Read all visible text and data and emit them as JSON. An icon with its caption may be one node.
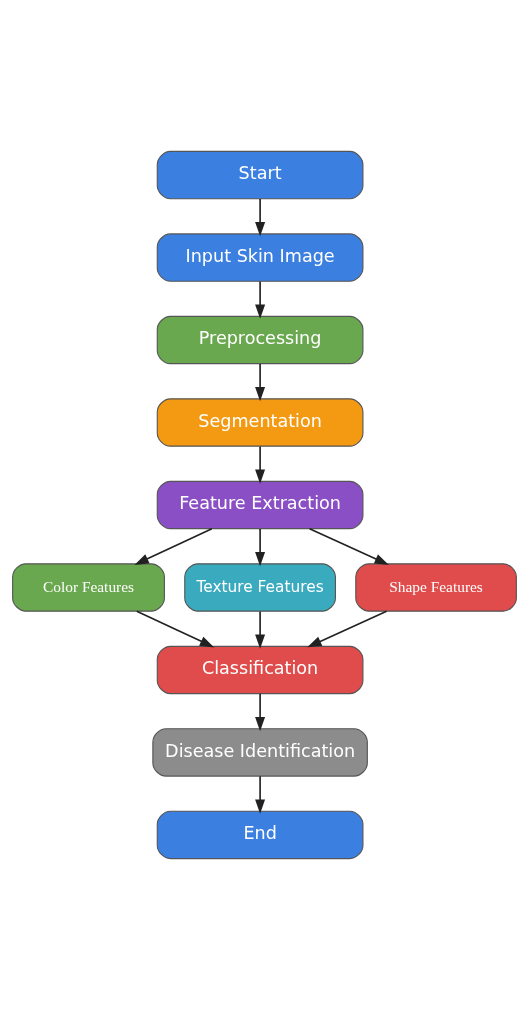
{
  "diagram": {
    "nodes": [
      {
        "text": [
          "Start"
        ]
      },
      {
        "text": [
          "Input Skin Image"
        ]
      },
      {
        "text": [
          "Preprocessing"
        ]
      },
      {
        "text": [
          "Segmentation"
        ]
      },
      {
        "text": [
          "Feature Extraction"
        ]
      },
      {
        "text": [
          "Color Features"
        ]
      },
      {
        "text": [
          "Texture Features"
        ]
      },
      {
        "text": [
          "Shape Features"
        ]
      },
      {
        "text": [
          "Classification"
        ]
      },
      {
        "text": [
          "Disease Identification"
        ]
      },
      {
        "text": [
          "End"
        ]
      }
    ],
    "edges": [
      {
        "from": 0,
        "to": 1,
        "arrow": "to"
      },
      {
        "from": 1,
        "to": 2,
        "arrow": "to"
      },
      {
        "from": 2,
        "to": 3,
        "arrow": "to"
      },
      {
        "from": 3,
        "to": 4,
        "arrow": "to"
      },
      {
        "from": 4,
        "to": 5,
        "arrow": "to"
      },
      {
        "from": 4,
        "to": 6,
        "arrow": "to"
      },
      {
        "from": 4,
        "to": 7,
        "arrow": "to"
      },
      {
        "from": 5,
        "to": 8,
        "arrow": "to"
      },
      {
        "from": 6,
        "to": 8,
        "arrow": "to"
      },
      {
        "from": 7,
        "to": 8,
        "arrow": "to"
      },
      {
        "from": 8,
        "to": 9,
        "arrow": "to"
      },
      {
        "from": 9,
        "to": 10,
        "arrow": "to"
      }
    ]
  }
}
